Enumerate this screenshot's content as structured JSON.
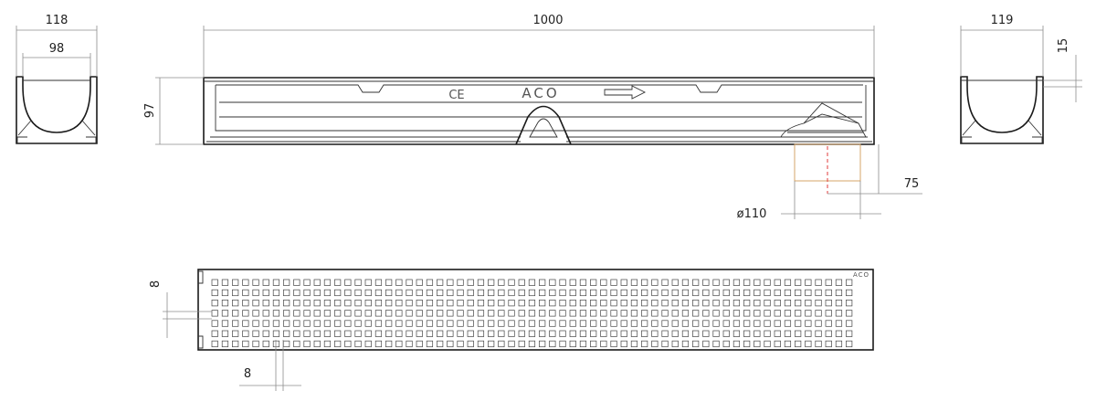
{
  "dimensions": {
    "left_outer_width": "118",
    "left_inner_width": "98",
    "length": "1000",
    "height": "97",
    "right_width": "119",
    "rebate": "15",
    "outlet_diameter": "ø110",
    "outlet_offset": "75",
    "slot_height": "8",
    "slot_width": "8"
  },
  "markings": {
    "ce": "CE",
    "brand": "ACO",
    "grate_brand": "ACO"
  },
  "colors": {
    "line": "#1a1a1a",
    "dimension": "#8c8c8c",
    "outlet_outline": "#d4a46a",
    "centerline": "#e23b3b"
  }
}
